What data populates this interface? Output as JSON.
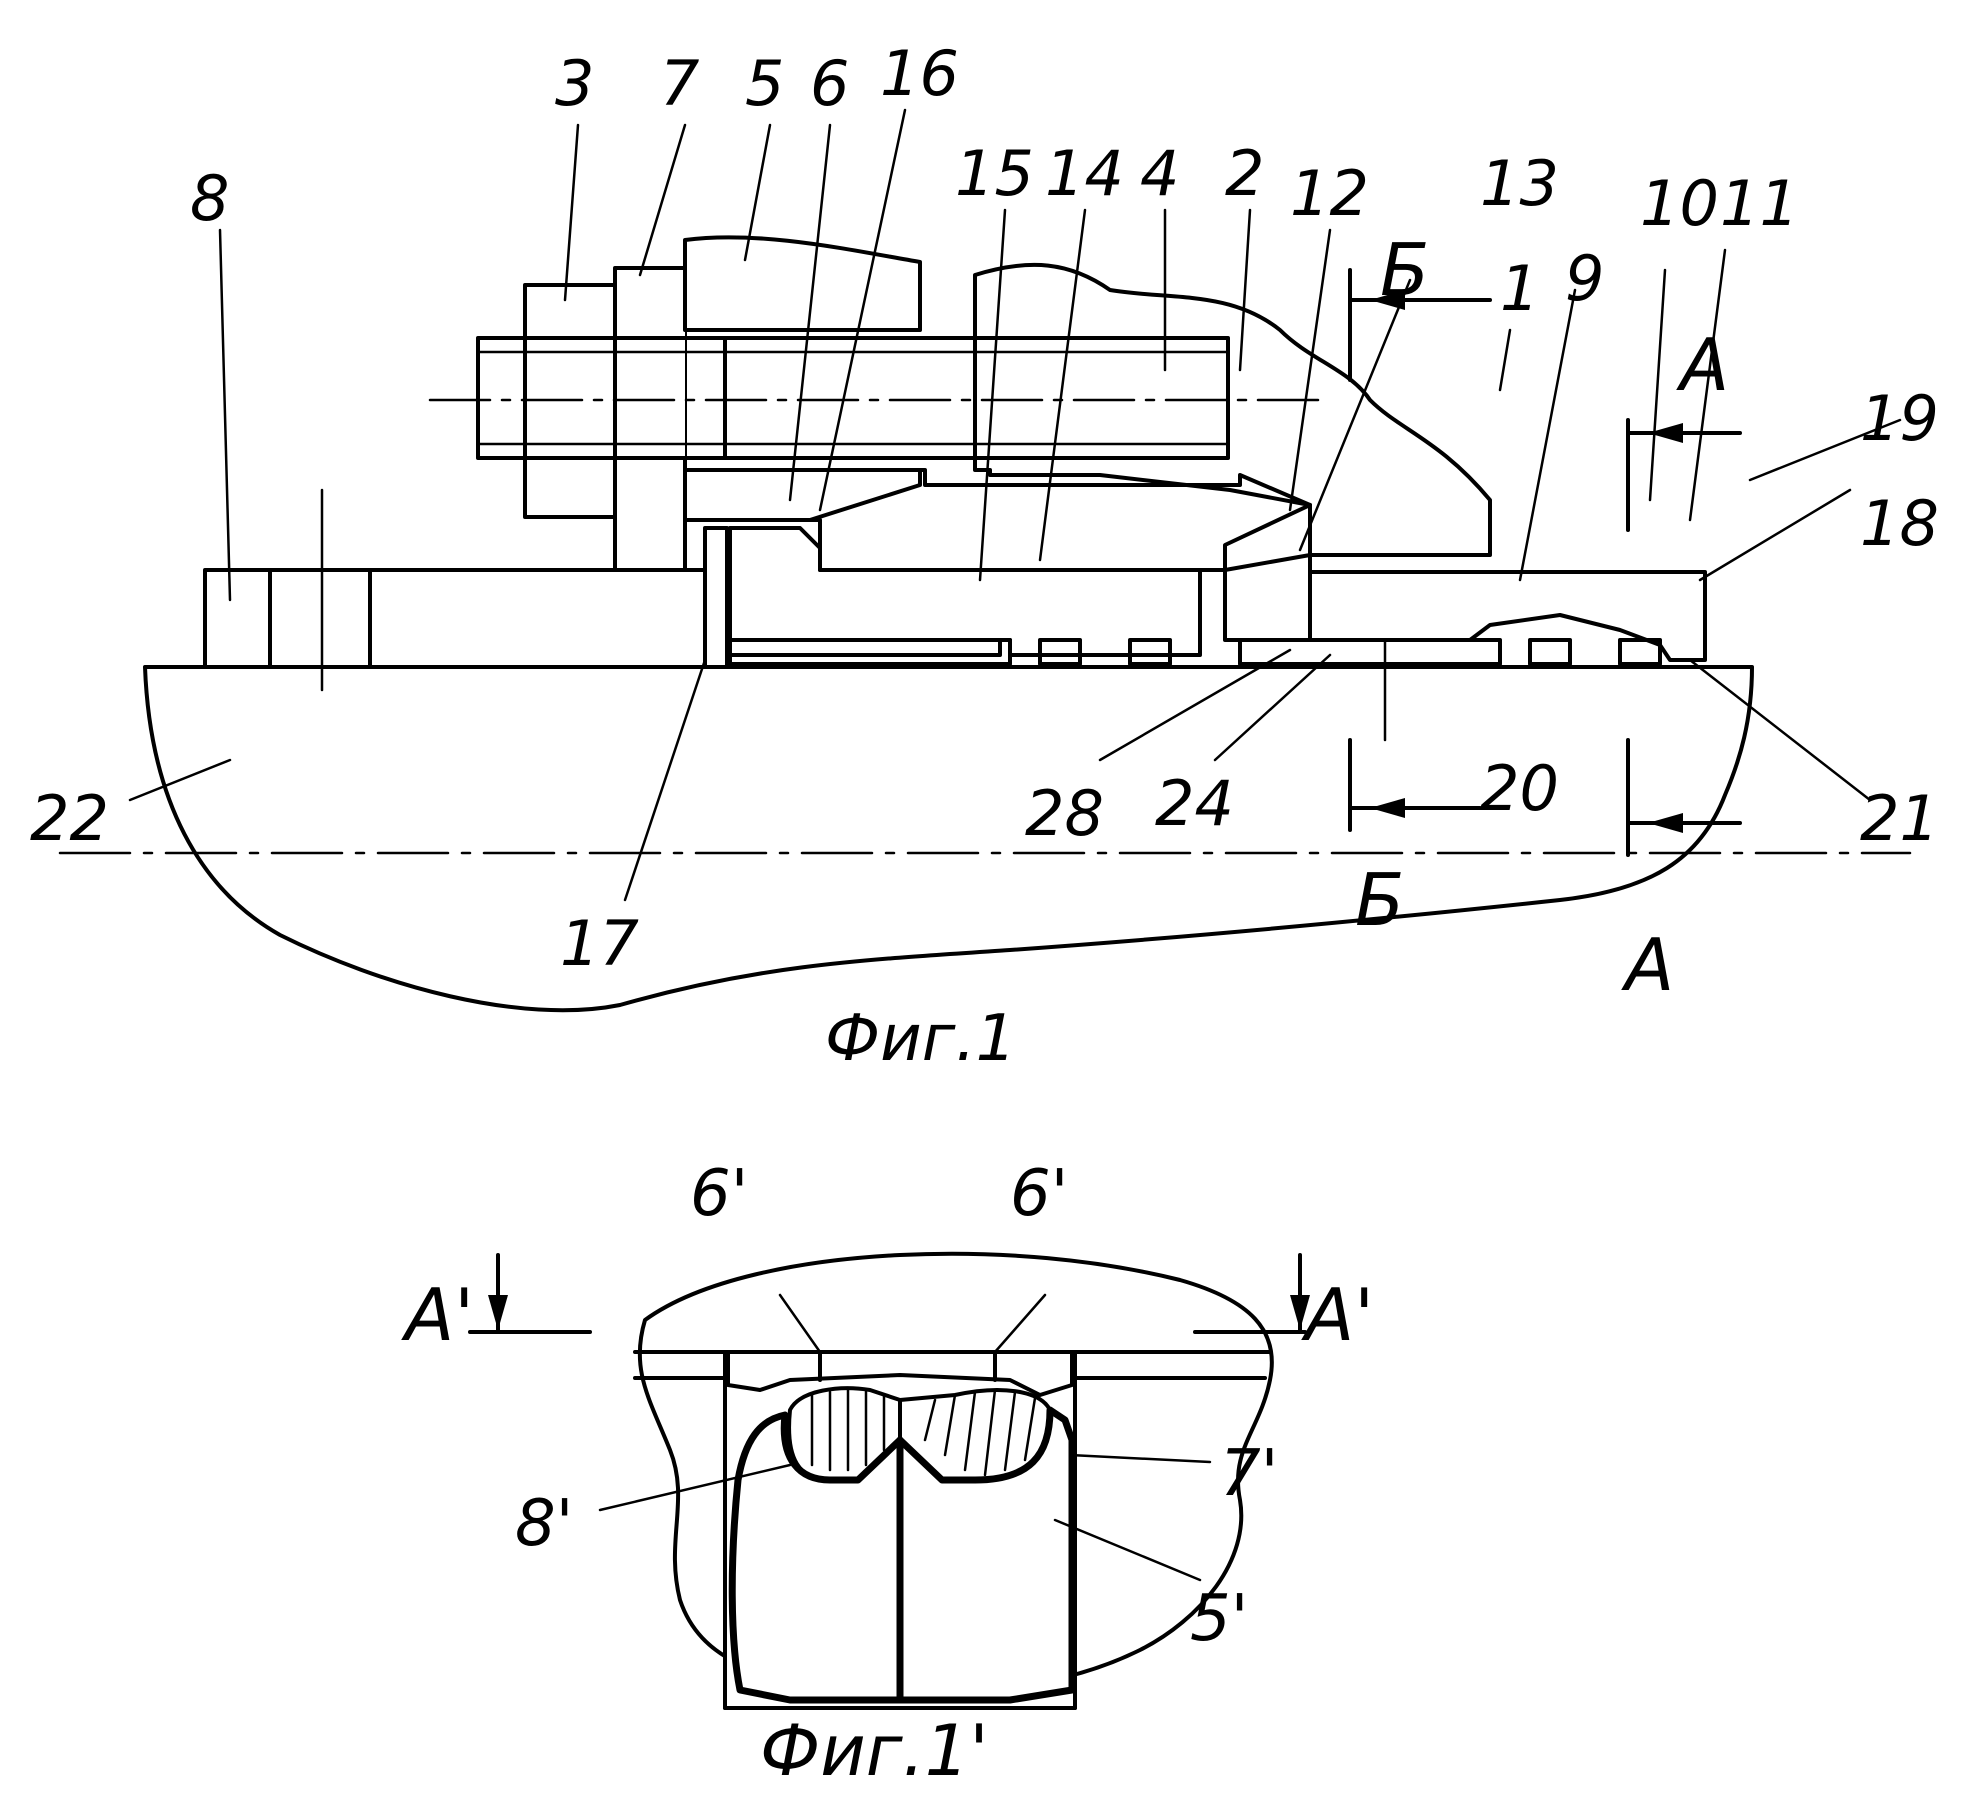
{
  "figure1": {
    "caption": "Фиг.1",
    "part_labels": [
      "3",
      "7",
      "5",
      "6",
      "16",
      "15",
      "14",
      "4",
      "2",
      "12",
      "13",
      "1",
      "9",
      "10",
      "11",
      "8",
      "19",
      "18",
      "22",
      "28",
      "24",
      "20",
      "21",
      "17"
    ],
    "section_labels": {
      "b_top": "Б",
      "a_top": "А",
      "b_bottom": "Б",
      "a_bottom": "А"
    }
  },
  "figure1p": {
    "caption": "Фиг.1'",
    "part_labels": [
      "6'",
      "6'",
      "7'",
      "8'",
      "5'"
    ],
    "section_labels": {
      "left": "А'",
      "right": "А'"
    }
  }
}
